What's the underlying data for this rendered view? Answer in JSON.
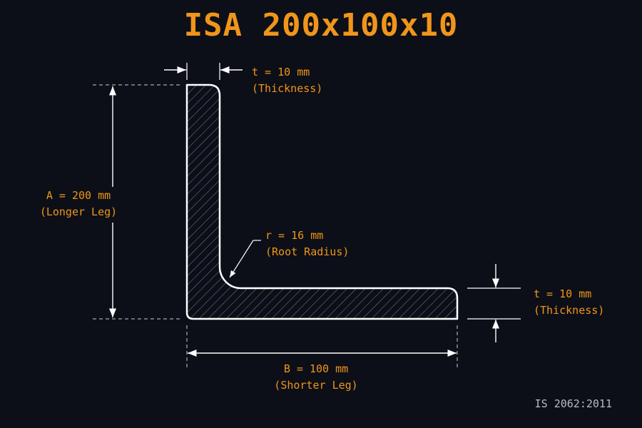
{
  "title": "ISA 200x100x10",
  "standard": "IS 2062:2011",
  "colors": {
    "background": "#0c0f17",
    "accent": "#f0951c",
    "outline": "#ffffff",
    "hatch": "#7d8290",
    "dimension": "#ffffff",
    "standard_text": "#b9bcc2"
  },
  "labels": {
    "thickness_top": {
      "value": "t = 10 mm",
      "desc": "(Thickness)"
    },
    "longer_leg": {
      "value": "A = 200 mm",
      "desc": "(Longer Leg)"
    },
    "root_radius": {
      "value": "r = 16 mm",
      "desc": "(Root Radius)"
    },
    "thickness_right": {
      "value": "t = 10 mm",
      "desc": "(Thickness)"
    },
    "shorter_leg": {
      "value": "B = 100 mm",
      "desc": "(Shorter Leg)"
    }
  }
}
